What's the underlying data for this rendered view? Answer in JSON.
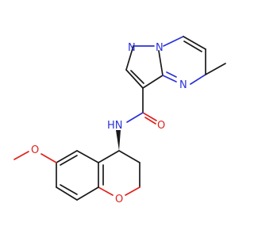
{
  "colors": {
    "background": "#ffffff",
    "bond": "#1a1a1a",
    "nitrogen": "#2b32d6",
    "oxygen": "#e0221c"
  },
  "atoms": {
    "pyrazole_n": "N",
    "bridge_n": "N",
    "pyrimidine_n": "N",
    "amide_nh": "HN",
    "carbonyl_o": "O",
    "methoxy_o": "O",
    "ring_o": "O"
  }
}
